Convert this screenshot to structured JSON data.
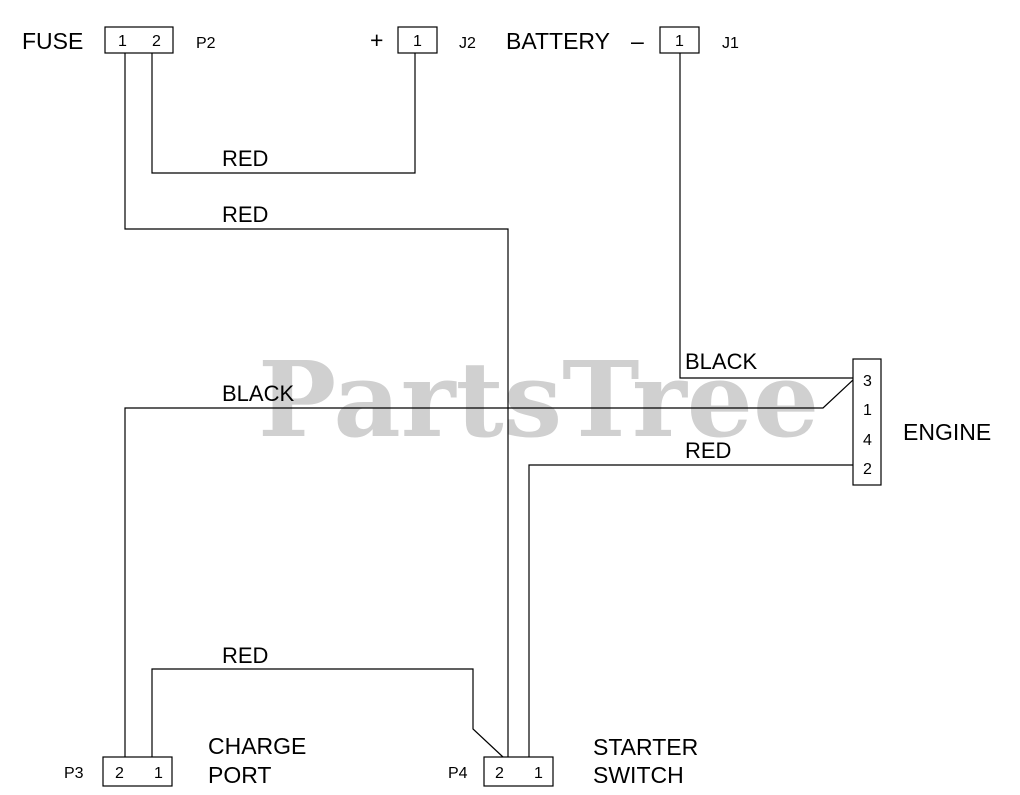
{
  "watermark": "PartsTree",
  "connectors": {
    "fuse": {
      "label": "FUSE",
      "ref": "P2",
      "pins": [
        "1",
        "2"
      ]
    },
    "battery_pos": {
      "sign": "+",
      "ref": "J2",
      "pins": [
        "1"
      ]
    },
    "battery": {
      "label": "BATTERY",
      "sign": "–",
      "ref": "J1",
      "pins": [
        "1"
      ]
    },
    "engine": {
      "label": "ENGINE",
      "pins": [
        "3",
        "1",
        "4",
        "2"
      ]
    },
    "charge_port": {
      "label_line1": "CHARGE",
      "label_line2": "PORT",
      "ref": "P3",
      "pins": [
        "2",
        "1"
      ]
    },
    "starter_switch": {
      "label_line1": "STARTER",
      "label_line2": "SWITCH",
      "ref": "P4",
      "pins": [
        "2",
        "1"
      ]
    }
  },
  "wires": {
    "fuse2_to_j2": "RED",
    "fuse1_to_starter": "RED",
    "battery_to_engine": "BLACK",
    "engine_to_charge": "BLACK",
    "engine_to_starter": "RED",
    "charge_to_starter": "RED"
  }
}
